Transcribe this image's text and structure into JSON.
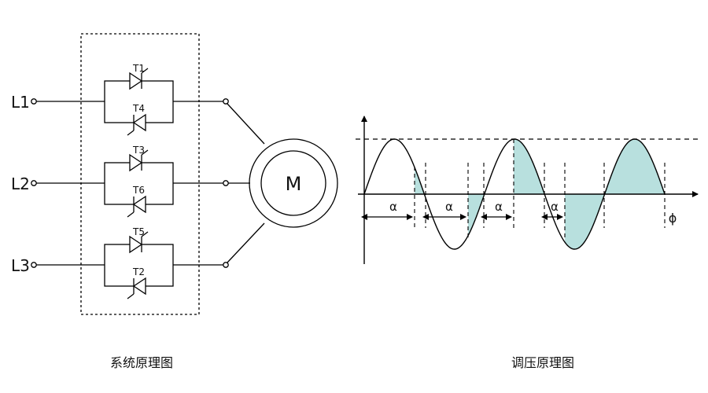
{
  "circuit": {
    "lines": [
      "L1",
      "L2",
      "L3"
    ],
    "thyristors": [
      {
        "forward": "T1",
        "reverse": "T4"
      },
      {
        "forward": "T3",
        "reverse": "T6"
      },
      {
        "forward": "T5",
        "reverse": "T2"
      }
    ],
    "motor_label": "M",
    "caption": "系统原理图"
  },
  "waveform": {
    "alpha_symbol": "α",
    "phi_symbol": "ϕ",
    "fill_color": "#b8e0de",
    "caption": "调压原理图"
  }
}
